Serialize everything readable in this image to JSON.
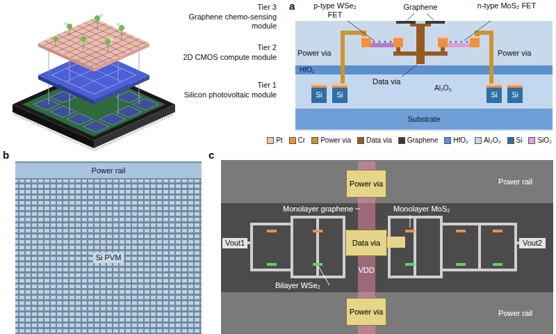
{
  "diagram": {
    "nodes": [
      {
        "text": [
          "HfO₂"
        ]
      },
      {
        "text": [
          "Al₂O₃"
        ]
      },
      {
        "text": [
          "Si"
        ]
      },
      {
        "text": [
          "Si"
        ]
      },
      {
        "text": [
          "Si"
        ]
      },
      {
        "text": [
          "Si"
        ]
      },
      {
        "text": [
          "Substrate"
        ]
      },
      {
        "text": [
          "Power rail"
        ]
      },
      {
        "text": [
          "Si PVM"
        ]
      },
      {
        "text": [
          "Power rail"
        ]
      },
      {
        "text": [
          "Power via"
        ]
      },
      {
        "text": [
          "Data via"
        ]
      },
      {
        "text": [
          "Power rail"
        ]
      },
      {
        "text": [
          "Power via"
        ]
      }
    ],
    "labels": [
      "a",
      "Tier 3",
      "Graphene chemo-sensing module",
      "Tier 2",
      "2D CMOS compute module",
      "Tier 1",
      "Silicon photovoltaic module",
      "p-type WSe₂ FET",
      "Graphene",
      "n-type MoS₂ FET",
      "Power via",
      "Power via",
      "Data via",
      "b",
      "c",
      "Monolayer graphene",
      "Monolayer MoS₂",
      "Vout1",
      "Vout2",
      "VDD",
      "Bilayer WSe₂"
    ],
    "legend": [
      {
        "text": "Pt",
        "color": "#f4c2a8"
      },
      {
        "text": "Cr",
        "color": "#f0923a"
      },
      {
        "text": "Power via",
        "color": "#c9962f"
      },
      {
        "text": "Data via",
        "color": "#9a5a1e"
      },
      {
        "text": "Graphene",
        "color": "#3a3a3a"
      },
      {
        "text": "HfO₂",
        "color": "#5b8fd0"
      },
      {
        "text": "Al₂O₃",
        "color": "#c3d7ee"
      },
      {
        "text": "Si",
        "color": "#2f6fa3"
      },
      {
        "text": "SiO₂",
        "color": "#d7a3d6"
      }
    ]
  }
}
